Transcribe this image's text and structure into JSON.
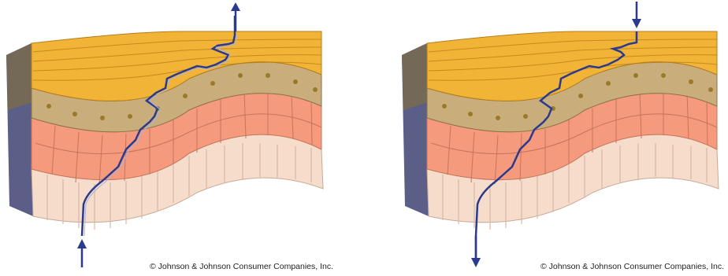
{
  "panels": [
    {
      "id": "left",
      "credit": "© Johnson & Johnson Consumer Companies, Inc."
    },
    {
      "id": "right",
      "credit": "© Johnson & Johnson Consumer Companies, Inc."
    }
  ],
  "colors": {
    "stratum_corneum": "#f2b437",
    "granular_layer": "#c9ae7c",
    "spinous_layer": "#f59a7c",
    "basal_layer": "#f6dccb",
    "side_face": "#5b5e86",
    "path_line": "#2b3a8c",
    "arrow": "#2b3a8c"
  }
}
